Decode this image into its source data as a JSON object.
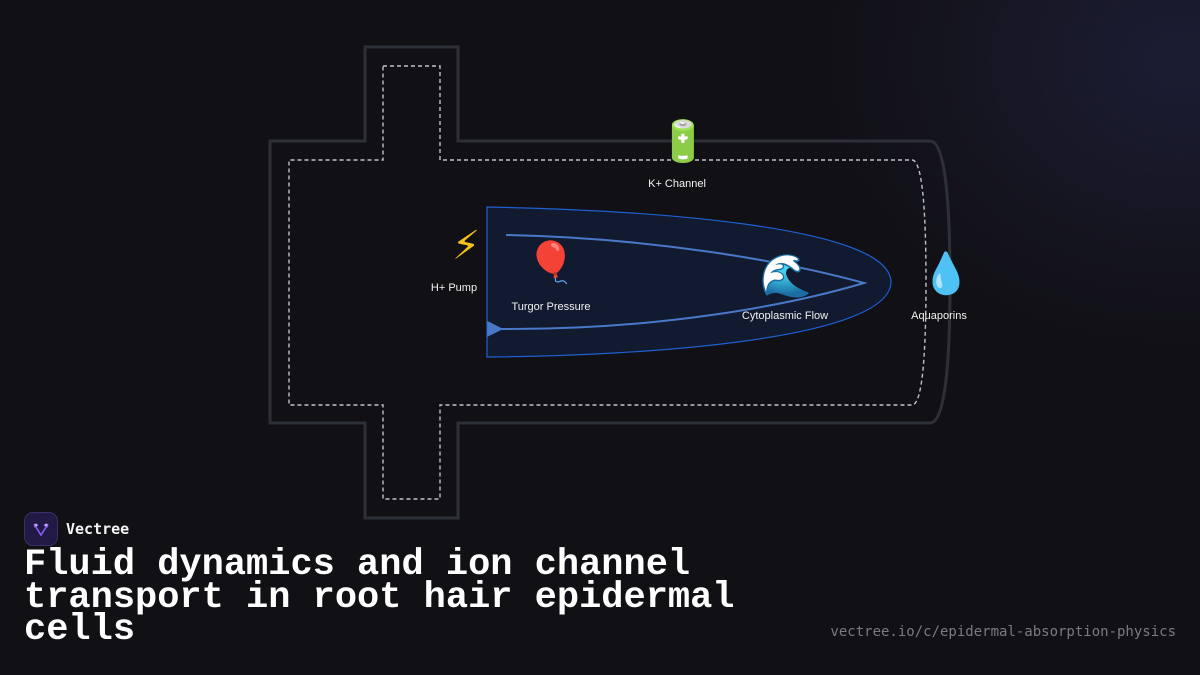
{
  "labels": {
    "k_channel": "K+ Channel",
    "h_pump": "H+ Pump",
    "turgor_pressure": "Turgor Pressure",
    "cytoplasmic_flow": "Cytoplasmic Flow",
    "aquaporins": "Aquaporins"
  },
  "icons": {
    "k_channel": "🔋",
    "h_pump": "⚡",
    "turgor_pressure": "🎈",
    "cytoplasmic_flow": "🌊",
    "aquaporins": "💧"
  },
  "brand": {
    "name": "Vectree"
  },
  "title": "Fluid dynamics and ion channel transport in root hair epidermal cells",
  "url": "vectree.io/c/epidermal-absorption-physics",
  "colors": {
    "background": "#111015",
    "cell_wall": "#2d3036",
    "membrane": "#bfc2c8",
    "flow_region": "#1f5fd0",
    "flow_arrow": "#4a78c8"
  }
}
